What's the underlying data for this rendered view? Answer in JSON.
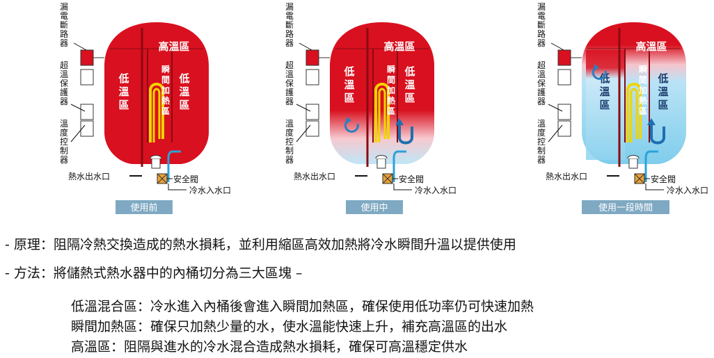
{
  "labels": {
    "leakage_breaker": "漏電斷路器",
    "overheat_protector": "超溫保護器",
    "thermostat": "溫度控制器",
    "hot_outlet": "熱水出水口",
    "safety_valve": "安全閥",
    "cold_inlet": "冷水入水口",
    "high_zone": "高溫區",
    "low_zone": "低溫區",
    "instant_zone": "瞬間加熱區"
  },
  "stages": [
    "使用前",
    "使用中",
    "使用一段時間"
  ],
  "colors": {
    "tank_red": "#d9101f",
    "water_blue": "#a9dcf2",
    "pipe_blue": "#2aa3d8",
    "element_yellow": "#f2d400",
    "stage_btn": "#7fa9c2",
    "valve_orange": "#e8a23a"
  },
  "text": {
    "principle": "- 原理：阻隔冷熱交換造成的熱水損耗，並利用縮區高效加熱將冷水瞬間升溫以提供使用",
    "method": "- 方法：將儲熱式熱水器中的內桶切分為三大區塊 –",
    "zone_low": "低溫混合區：冷水進入內桶後會進入瞬間加熱區，確保使用低功率仍可快速加熱",
    "zone_instant": "瞬間加熱區：確保只加熱少量的水，使水溫能快速上升，補充高溫區的出水",
    "zone_high": "高溫區：阻隔與進水的冷水混合造成熱水損耗，確保可高溫穩定供水"
  }
}
